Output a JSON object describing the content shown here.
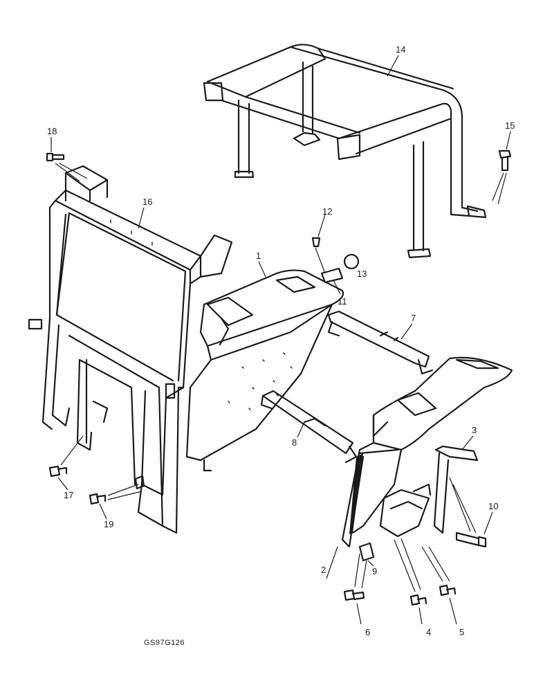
{
  "diagram": {
    "reference_code": "GS97G126",
    "callouts": [
      "1",
      "2",
      "3",
      "4",
      "5",
      "6",
      "7",
      "8",
      "9",
      "10",
      "11",
      "12",
      "13",
      "14",
      "15",
      "16",
      "17",
      "18",
      "19"
    ]
  }
}
